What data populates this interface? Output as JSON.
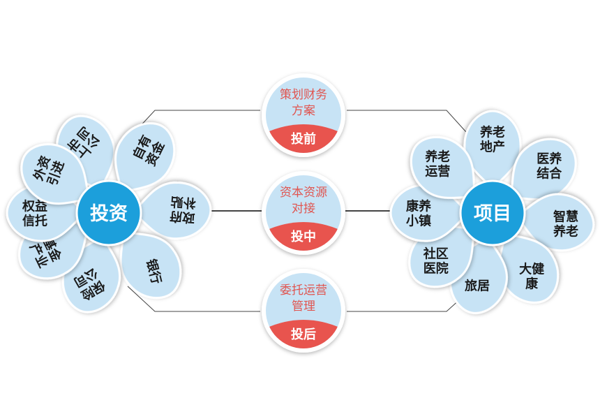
{
  "left_hub": {
    "label": "投资",
    "petals": [
      {
        "lines": [
          "上市",
          "公司"
        ]
      },
      {
        "lines": [
          "自有",
          "资金"
        ]
      },
      {
        "lines": [
          "政府",
          "补贴"
        ]
      },
      {
        "lines": [
          "银行"
        ]
      },
      {
        "lines": [
          "保险",
          "公司"
        ]
      },
      {
        "lines": [
          "基金",
          "产业"
        ]
      },
      {
        "lines": [
          "权益",
          "信托"
        ]
      },
      {
        "lines": [
          "外资",
          "引进"
        ]
      }
    ]
  },
  "right_hub": {
    "label": "项目",
    "petals": [
      {
        "lines": [
          "养老",
          "地产"
        ]
      },
      {
        "lines": [
          "医养",
          "结合"
        ]
      },
      {
        "lines": [
          "智慧",
          "养老"
        ]
      },
      {
        "lines": [
          "大健",
          "康"
        ]
      },
      {
        "lines": [
          "旅居"
        ]
      },
      {
        "lines": [
          "社区",
          "医院"
        ]
      },
      {
        "lines": [
          "康养",
          "小镇"
        ]
      },
      {
        "lines": [
          "养老",
          "运营"
        ]
      }
    ]
  },
  "stages": [
    {
      "lines": [
        "策划财务",
        "方案"
      ],
      "phase": "投前"
    },
    {
      "lines": [
        "资本资源",
        "对接"
      ],
      "phase": "投中"
    },
    {
      "lines": [
        "委托运营",
        "管理"
      ],
      "phase": "投后"
    }
  ],
  "colors": {
    "hub": "#1e9fdb",
    "petal_fill": "#c7e3f5",
    "petal_outline": "#ffffff",
    "petal_text": "#1a1a1a",
    "stage_text": "#e05550",
    "stage_cap": "#e8544e",
    "stage_fill": "#c7e3f5",
    "line": "#444444"
  }
}
